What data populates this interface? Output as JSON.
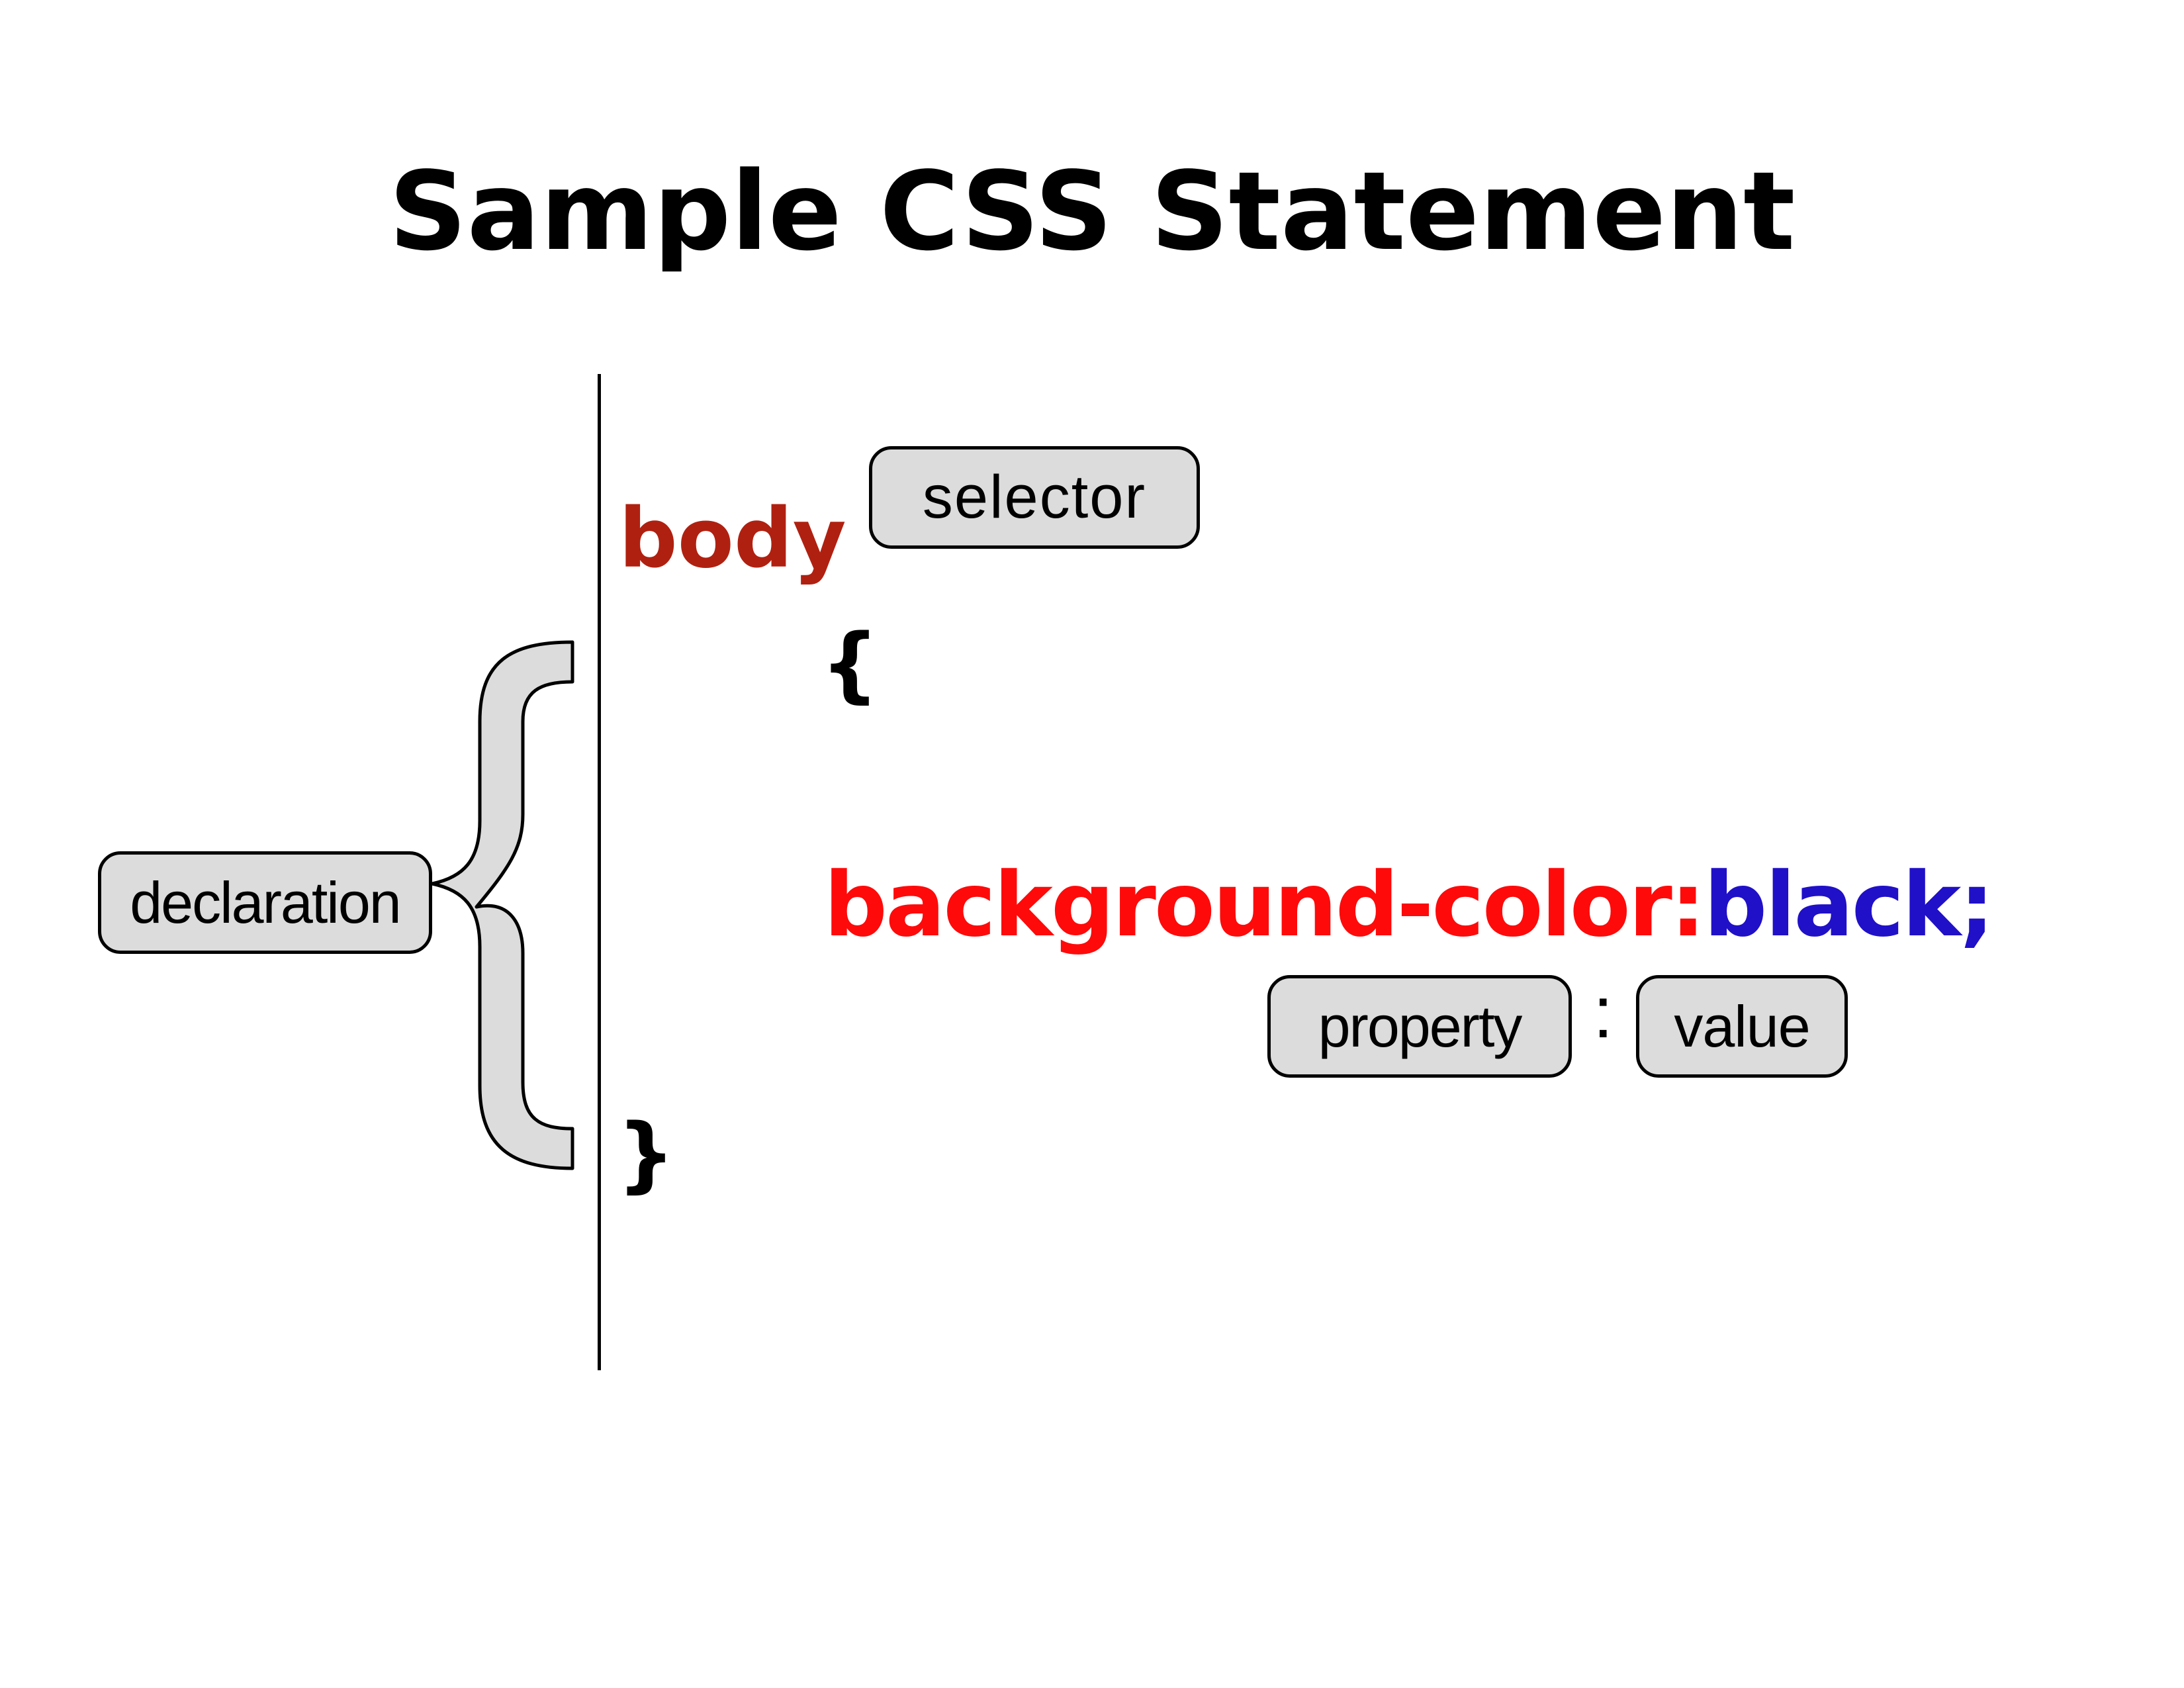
{
  "title": "Sample CSS Statement",
  "code": {
    "selector": "body",
    "open_brace": "{",
    "property": "background-color:",
    "value": "black;",
    "close_brace": "}"
  },
  "callouts": {
    "selector": "selector",
    "declaration": "declaration",
    "property": "property",
    "separator": ":",
    "value": "value"
  },
  "colors": {
    "selector": "#b02010",
    "property": "#ff0a0a",
    "value": "#2010c8",
    "callout_fill": "#dcdcdc",
    "text": "#000000"
  }
}
